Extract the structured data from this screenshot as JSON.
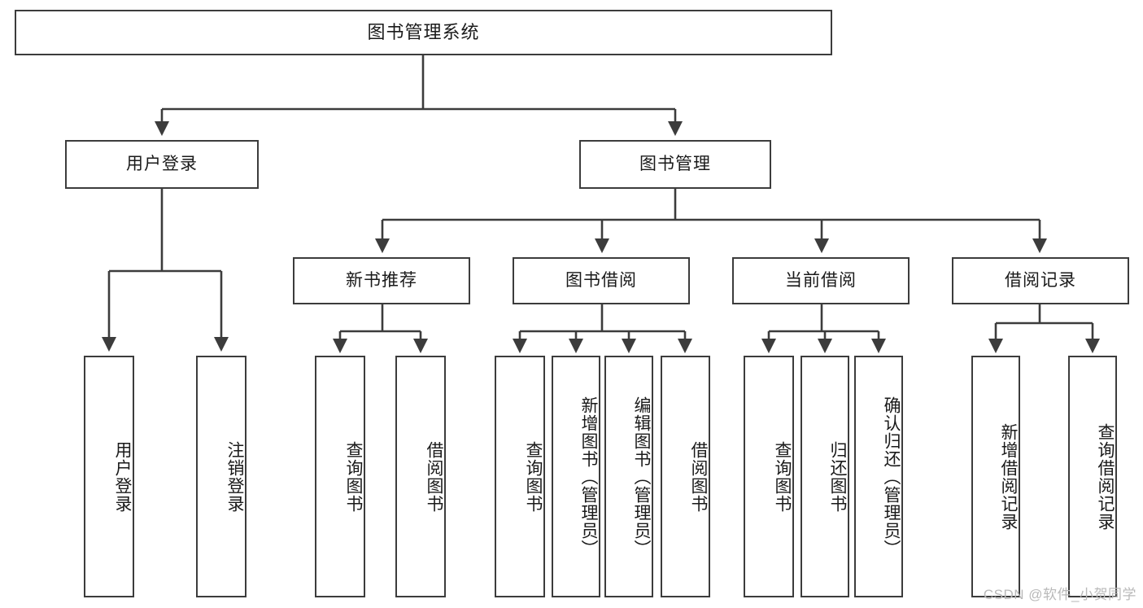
{
  "diagram": {
    "title": "图书管理系统",
    "type": "functional-structure-tree",
    "watermark": "CSDN @软件_小贺同学",
    "colors": {
      "stroke": "#3c3c3c",
      "fill": "#ffffff",
      "text": "#1a1a1a",
      "watermark": "#b9b9b9"
    },
    "nodes": {
      "root": {
        "label": "图书管理系统"
      },
      "level1": [
        {
          "label": "用户登录"
        },
        {
          "label": "图书管理"
        }
      ],
      "level2": [
        {
          "label": "新书推荐"
        },
        {
          "label": "图书借阅"
        },
        {
          "label": "当前借阅"
        },
        {
          "label": "借阅记录"
        }
      ],
      "leaves_user_login": [
        {
          "label": "用户登录"
        },
        {
          "label": "注销登录"
        }
      ],
      "leaves_new_book": [
        {
          "label": "查询图书"
        },
        {
          "label": "借阅图书"
        }
      ],
      "leaves_borrow": [
        {
          "label": "查询图书"
        },
        {
          "label": "新增图书（管理员）"
        },
        {
          "label": "编辑图书（管理员）"
        },
        {
          "label": "借阅图书"
        }
      ],
      "leaves_current": [
        {
          "label": "查询图书"
        },
        {
          "label": "归还图书"
        },
        {
          "label": "确认归还（管理员）"
        }
      ],
      "leaves_records": [
        {
          "label": "新增借阅记录"
        },
        {
          "label": "查询借阅记录"
        }
      ]
    }
  }
}
